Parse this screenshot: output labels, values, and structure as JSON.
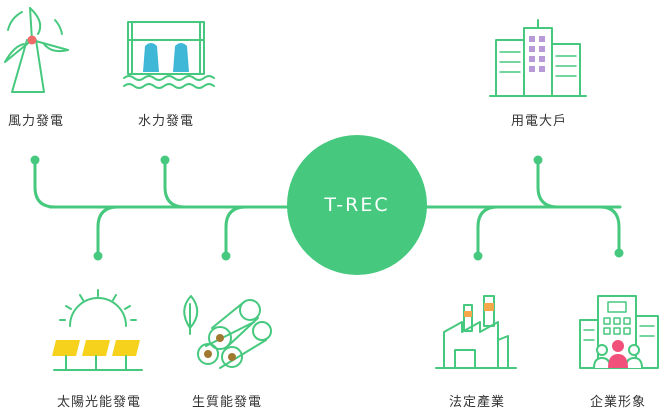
{
  "center": {
    "label": "T-REC"
  },
  "nodes": [
    {
      "id": "wind",
      "label": "風力發電"
    },
    {
      "id": "hydro",
      "label": "水力發電"
    },
    {
      "id": "large-consumer",
      "label": "用電大戶"
    },
    {
      "id": "solar",
      "label": "太陽光能發電"
    },
    {
      "id": "biomass",
      "label": "生質能發電"
    },
    {
      "id": "regulated-industry",
      "label": "法定產業"
    },
    {
      "id": "corporate-image",
      "label": "企業形象"
    }
  ],
  "colors": {
    "line": "#46c97e",
    "hub": "#46c97e",
    "icon_stroke": "#46c97e",
    "water": "#3fb8d8",
    "accent_red": "#f06a6a",
    "solar_panel": "#f7d21c",
    "wood": "#a07830",
    "window_purple": "#b89ad8",
    "chimney_orange": "#f5a84a",
    "person_pink": "#f0507a",
    "text": "#333333"
  },
  "icons": [
    "wind-turbine-icon",
    "hydro-dam-icon",
    "office-building-icon",
    "solar-panel-icon",
    "biomass-logs-icon",
    "factory-icon",
    "company-building-icon"
  ]
}
